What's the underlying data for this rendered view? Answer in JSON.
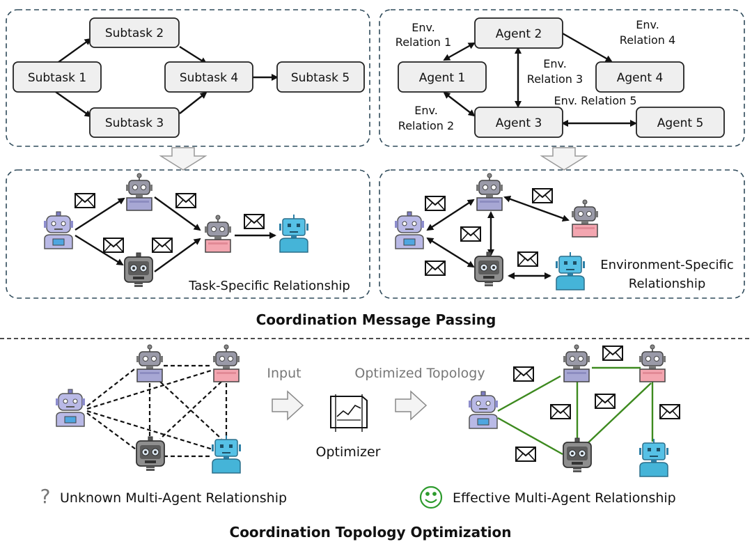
{
  "task_graph": {
    "nodes": [
      "Subtask 1",
      "Subtask 2",
      "Subtask 3",
      "Subtask 4",
      "Subtask 5"
    ]
  },
  "env_graph": {
    "nodes": [
      "Agent 1",
      "Agent 2",
      "Agent 3",
      "Agent 4",
      "Agent 5"
    ],
    "relations": {
      "r1_line1": "Env.",
      "r1_line2": "Relation 1",
      "r2_line1": "Env.",
      "r2_line2": "Relation 2",
      "r3_line1": "Env.",
      "r3_line2": "Relation 3",
      "r4_line1": "Env.",
      "r4_line2": "Relation 4",
      "r5": "Env. Relation 5"
    }
  },
  "task_specific_label": "Task-Specific Relationship",
  "env_specific_line1": "Environment-Specific",
  "env_specific_line2": "Relationship",
  "section1_title": "Coordination Message Passing",
  "topology": {
    "input_label": "Input",
    "optimized_label": "Optimized Topology",
    "optimizer_label": "Optimizer",
    "unknown_label": "Unknown Multi-Agent Relationship",
    "unknown_icon": "question-mark-icon",
    "effective_label": "Effective Multi-Agent Relationship",
    "effective_icon": "smiley-icon"
  },
  "section2_title": "Coordination Topology Optimization",
  "colors": {
    "dash_border": "#2f4a5a",
    "node_fill": "#efefef",
    "edge_green": "#3d8a1f",
    "robot_purple": "#9e9ed6",
    "robot_grey": "#8c8c8c",
    "robot_blue": "#45b4d8",
    "robot_pink": "#f3a6b0"
  }
}
